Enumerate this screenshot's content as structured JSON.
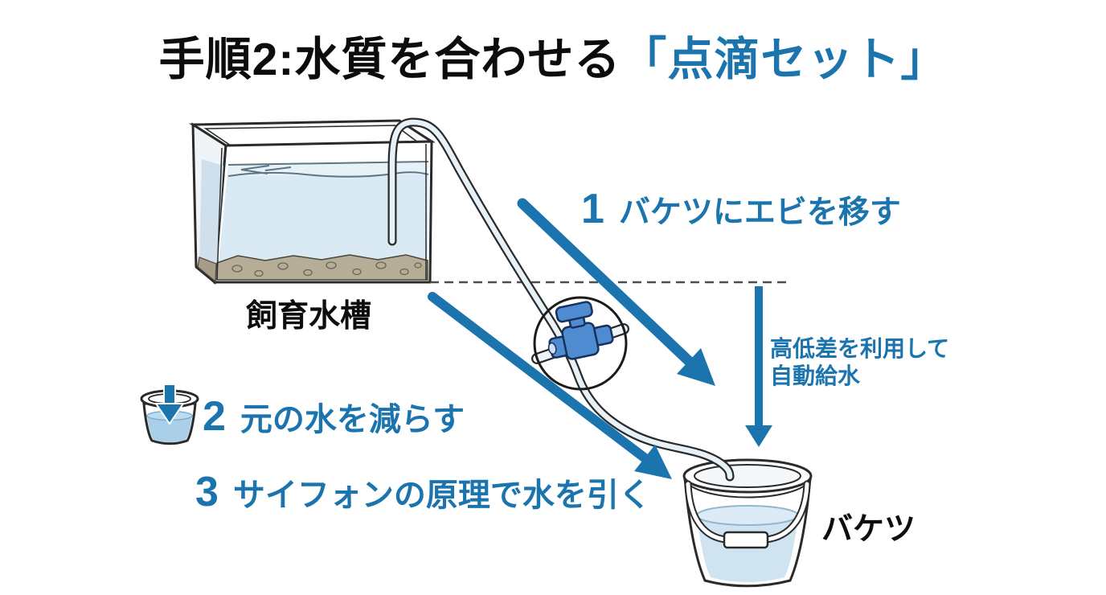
{
  "title": {
    "prefix": "手順2:水質を合わせる",
    "highlight": "「点滴セット」"
  },
  "diagram": {
    "tank_label": "飼育水槽",
    "bucket_label": "バケツ",
    "note_line1": "高低差を利用して",
    "note_line2": "自動給水"
  },
  "steps": [
    {
      "num": "1",
      "label": "バケツにエビを移す"
    },
    {
      "num": "2",
      "label": "元の水を減らす"
    },
    {
      "num": "3",
      "label": "サイフォンの原理で水を引く"
    }
  ],
  "icons": {
    "valve": "stopcock-valve-icon",
    "magnifier": "magnifier-circle-icon",
    "mini_bucket": "draining-bucket-icon",
    "arrow_transfer": "arrow-down-right-icon",
    "arrow_siphon": "arrow-down-right-icon",
    "arrow_gravity": "arrow-down-icon"
  },
  "colors": {
    "accent_blue": "#1b74ad",
    "text_black": "#0c0c0c",
    "tank_water": "#d9eaf4",
    "bucket_water": "#cfe3f0",
    "tube_fill": "#e7f1f8",
    "valve_blue": "#4e8bd0",
    "gravel": "#b6ad97"
  }
}
